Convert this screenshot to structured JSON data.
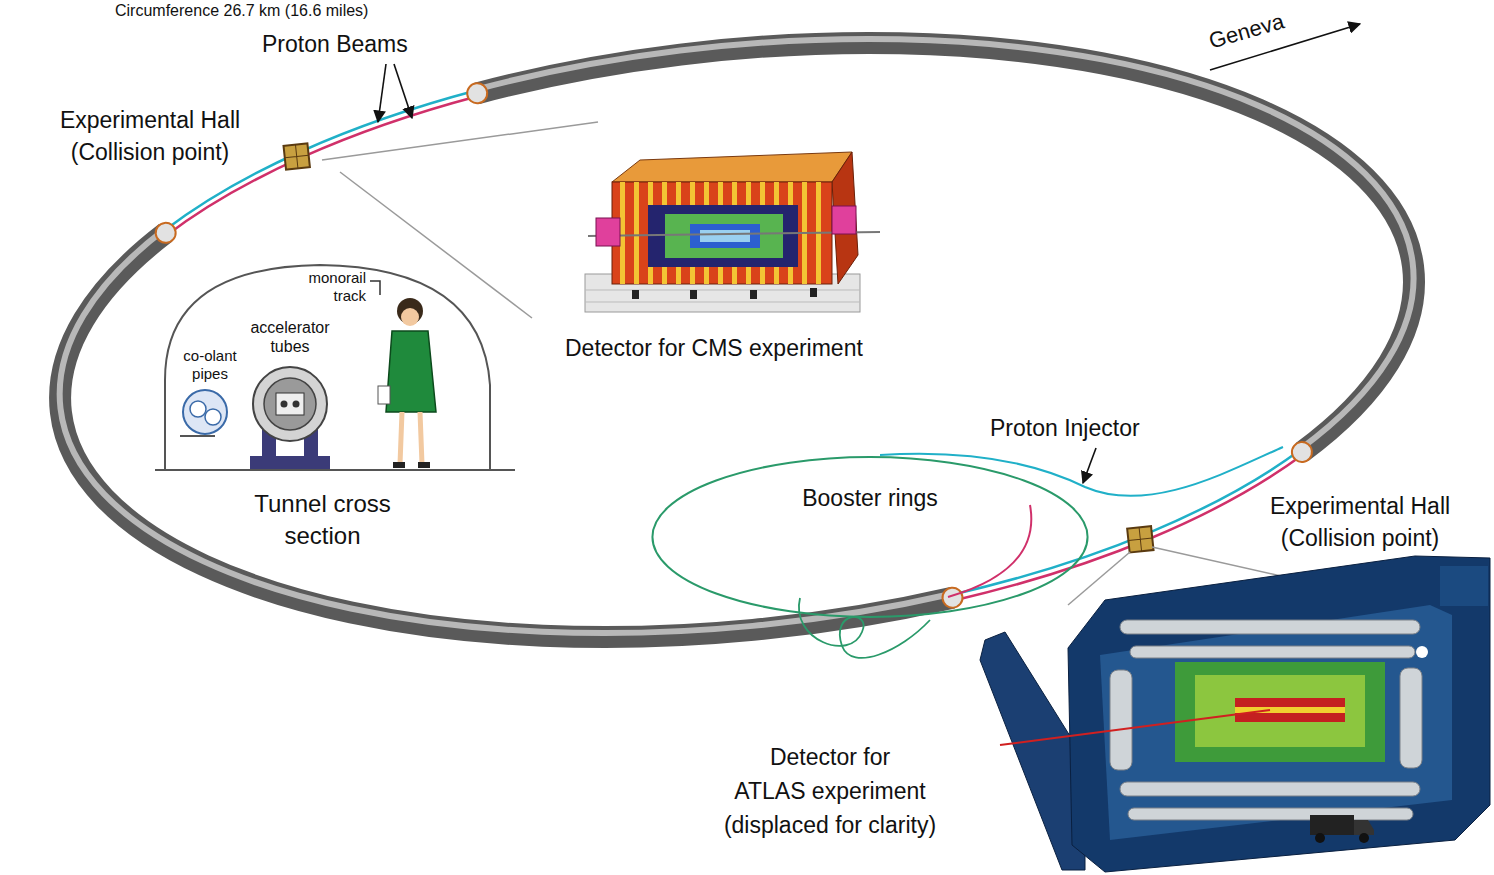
{
  "diagram": {
    "nodes": [
      {
        "text": [
          "monorail track",
          "accelerator tubes",
          "co-olant pipes",
          "Tunnel cross section"
        ]
      },
      {
        "text": [
          "Booster rings"
        ]
      }
    ],
    "labels": [
      "Circumference 26.7 km (16.6 miles)",
      "Proton Beams",
      "Geneva",
      "Experimental Hall (Collision point)",
      "Detector for CMS experiment",
      "Proton Injector",
      "Experimental Hall (Collision point)",
      "Detector for ATLAS experiment (displaced for clarity)"
    ]
  }
}
